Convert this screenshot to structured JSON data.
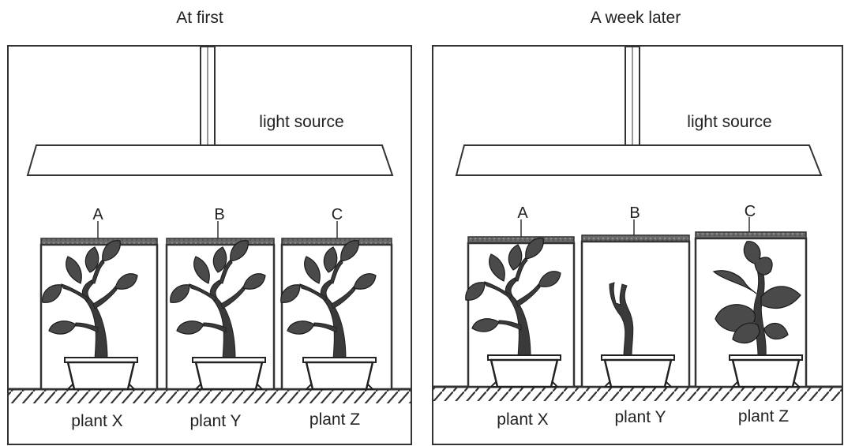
{
  "panels": [
    {
      "title": "At first",
      "light_label": "light source",
      "boxes": [
        "A",
        "B",
        "C"
      ],
      "plants": [
        "plant X",
        "plant Y",
        "plant Z"
      ]
    },
    {
      "title": "A week later",
      "light_label": "light source",
      "boxes": [
        "A",
        "B",
        "C"
      ],
      "plants": [
        "plant X",
        "plant Y",
        "plant Z"
      ]
    }
  ]
}
